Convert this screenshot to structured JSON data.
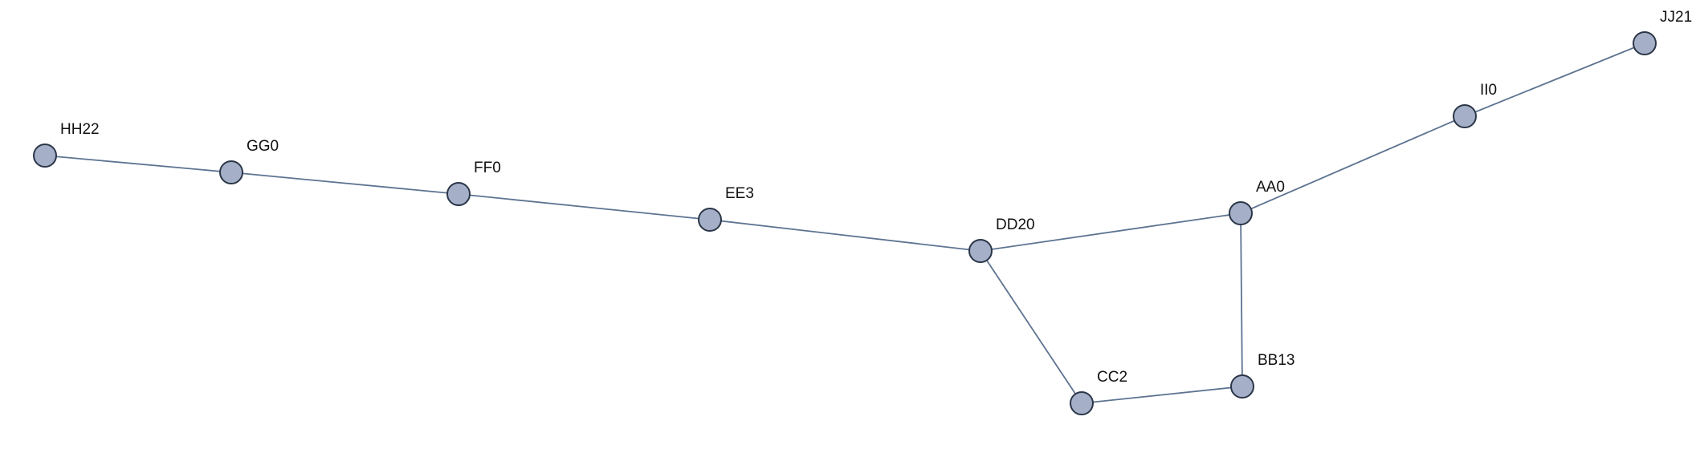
{
  "colors": {
    "background": "#ffffff",
    "edge": "#5d7391",
    "node_fill": "#a5b0c8",
    "node_stroke": "#2b3648",
    "label": "#111111"
  },
  "nodes": [
    {
      "id": "HH22",
      "label": "HH22"
    },
    {
      "id": "GG0",
      "label": "GG0"
    },
    {
      "id": "FF0",
      "label": "FF0"
    },
    {
      "id": "EE3",
      "label": "EE3"
    },
    {
      "id": "DD20",
      "label": "DD20"
    },
    {
      "id": "AA0",
      "label": "AA0"
    },
    {
      "id": "II0",
      "label": "II0"
    },
    {
      "id": "JJ21",
      "label": "JJ21"
    },
    {
      "id": "BB13",
      "label": "BB13"
    },
    {
      "id": "CC2",
      "label": "CC2"
    }
  ],
  "edges": [
    {
      "source": "HH22",
      "target": "GG0"
    },
    {
      "source": "GG0",
      "target": "FF0"
    },
    {
      "source": "FF0",
      "target": "EE3"
    },
    {
      "source": "EE3",
      "target": "DD20"
    },
    {
      "source": "DD20",
      "target": "AA0"
    },
    {
      "source": "AA0",
      "target": "II0"
    },
    {
      "source": "II0",
      "target": "JJ21"
    },
    {
      "source": "AA0",
      "target": "BB13"
    },
    {
      "source": "BB13",
      "target": "CC2"
    },
    {
      "source": "CC2",
      "target": "DD20"
    }
  ]
}
